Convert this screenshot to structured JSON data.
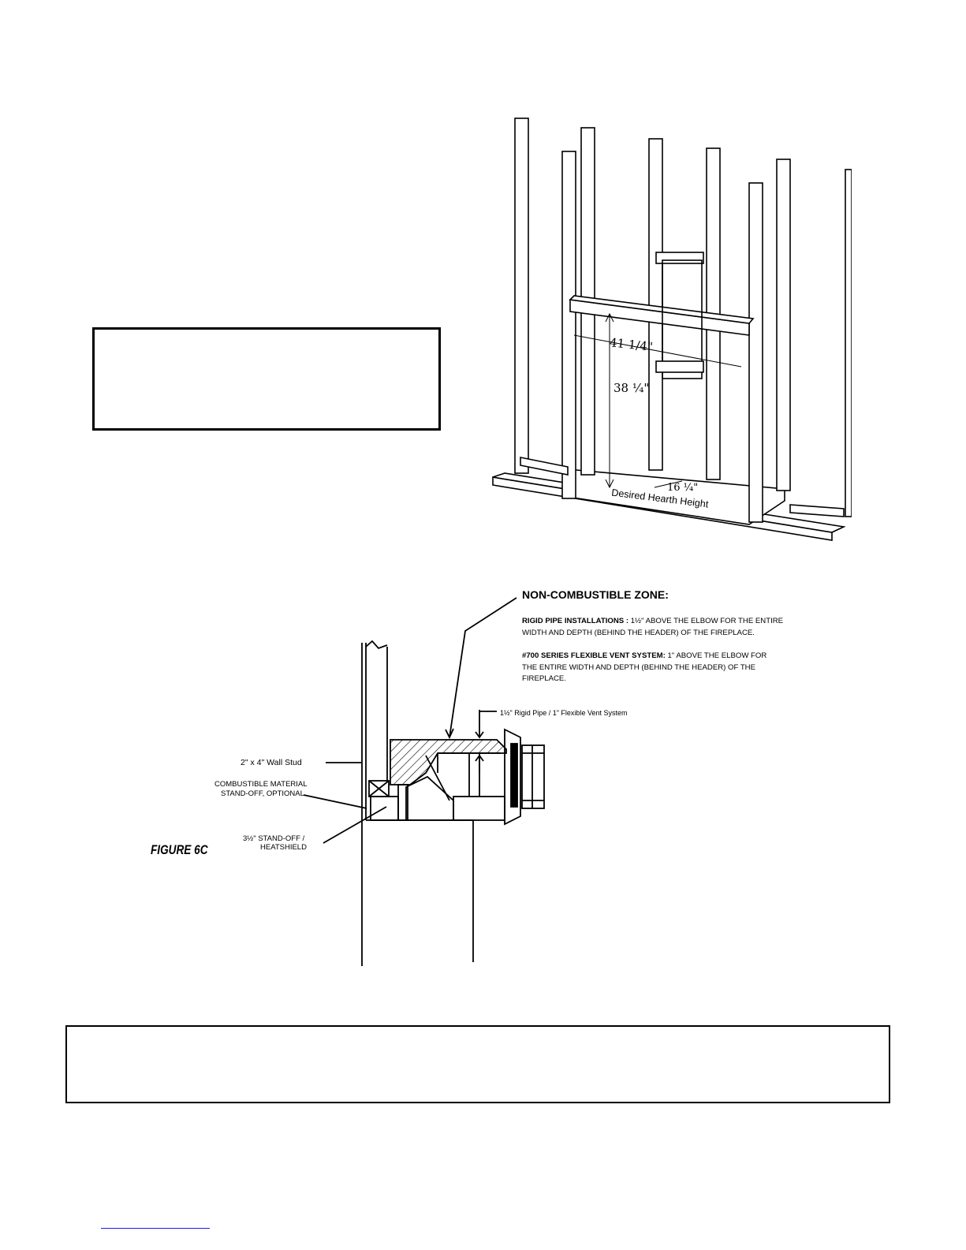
{
  "framing_figure": {
    "dim_width": "41 1/4\"",
    "dim_height": "38 ¼\"",
    "dim_depth": "16 ¼\"",
    "hearth_label": "Desired Hearth Height"
  },
  "section_figure": {
    "figure_label": "FIGURE 6C",
    "zone_title": "NON-COMBUSTIBLE ZONE:",
    "rigid_heading": "RIGID PIPE INSTALLATIONS :",
    "rigid_line1": " 1½\" ABOVE THE ELBOW FOR THE ENTIRE",
    "rigid_line2": "WIDTH AND DEPTH (BEHIND THE HEADER) OF THE FIREPLACE.",
    "flex_heading": "#700 SERIES FLEXIBLE VENT SYSTEM:",
    "flex_line1": "  1\" ABOVE THE ELBOW FOR",
    "flex_line2": "THE ENTIRE WIDTH AND DEPTH (BEHIND THE HEADER) OF THE",
    "flex_line3": "FIREPLACE.",
    "clearance_label": "1½\" Rigid Pipe / 1\" Flexible Vent System",
    "wall_stud_label": "2\" x 4\" Wall Stud",
    "standoff_label_1": "COMBUSTIBLE MATERIAL",
    "standoff_label_2": "STAND-OFF, OPTIONAL",
    "heatshield_label_1": "3½\" STAND-OFF /",
    "heatshield_label_2": "HEATSHIELD"
  }
}
